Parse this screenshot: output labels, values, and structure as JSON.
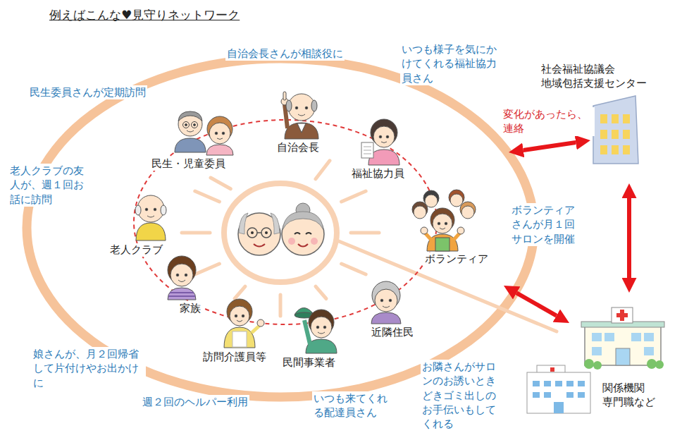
{
  "diagram": {
    "title": "例えばこんな♥見守りネットワーク",
    "nodes": [
      {
        "text": [
          "民生・児童委員"
        ]
      },
      {
        "text": [
          "自治会長"
        ]
      },
      {
        "text": [
          "福祉協力員"
        ]
      },
      {
        "text": [
          "ボランティア"
        ]
      },
      {
        "text": [
          "近隣住民"
        ]
      },
      {
        "text": [
          "民間事業者"
        ]
      },
      {
        "text": [
          "訪問介護員等"
        ]
      },
      {
        "text": [
          "家族"
        ]
      },
      {
        "text": [
          "老人クラブ"
        ]
      },
      {
        "text": [
          "社会福祉協議会 地域包括支援センター"
        ]
      },
      {
        "text": [
          "関係機関 専門職など"
        ]
      }
    ],
    "edges": [
      {
        "from": 9,
        "to": 10,
        "arrow": "both"
      }
    ],
    "labels": [
      "自治会長さんが相談役に",
      "いつも様子を気にかけてくれる福祉協力員さん",
      "民生委員さんが定期訪問",
      "老人クラブの友人が、週１回お話に訪問",
      "変化があったら、連絡",
      "ボランティアさんが月１回サロンを開催",
      "娘さんが、月２回帰省して片付けやお出かけに",
      "お隣さんがサロンのお誘いときどきゴミ出しのお手伝いもしてくれる",
      "いつも来てくれる配達員さん",
      "週２回のヘルパー利用"
    ]
  }
}
